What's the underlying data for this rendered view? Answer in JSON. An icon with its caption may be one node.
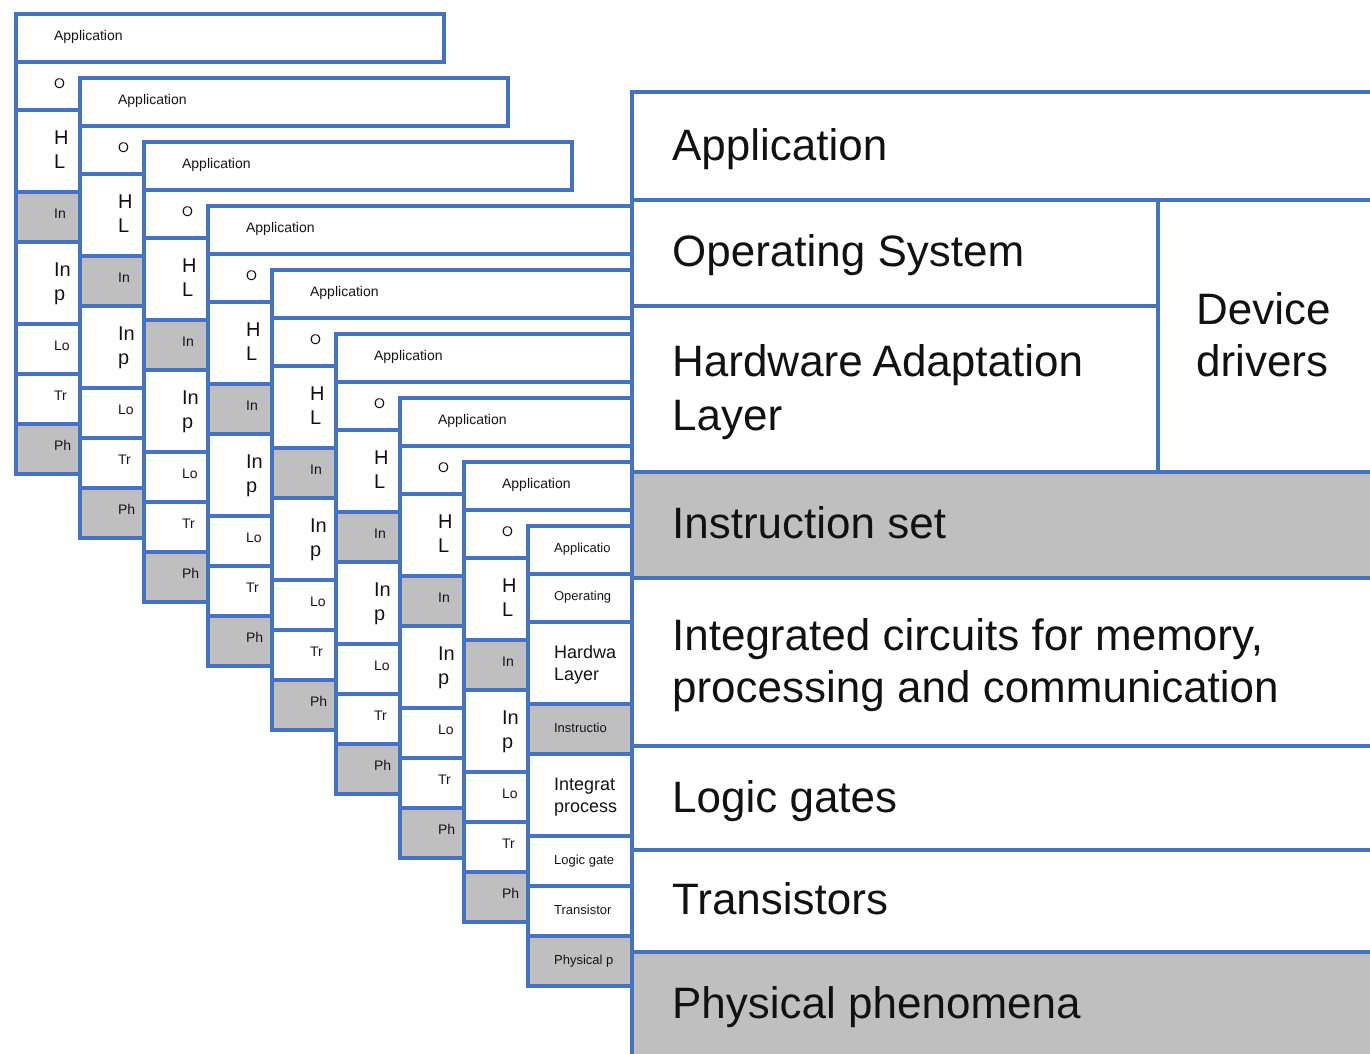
{
  "diagram": {
    "nodes": [
      {
        "text": [
          "Application"
        ]
      },
      {
        "text": [
          "O"
        ]
      },
      {
        "text": [
          "H L"
        ]
      },
      {
        "text": [
          "In"
        ]
      },
      {
        "text": [
          "In p"
        ]
      },
      {
        "text": [
          "Lo"
        ]
      },
      {
        "text": [
          "Tr"
        ]
      },
      {
        "text": [
          "Ph"
        ]
      },
      {
        "text": [
          "Application"
        ]
      },
      {
        "text": [
          "O"
        ]
      },
      {
        "text": [
          "H L"
        ]
      },
      {
        "text": [
          "In"
        ]
      },
      {
        "text": [
          "In p"
        ]
      },
      {
        "text": [
          "Lo"
        ]
      },
      {
        "text": [
          "Tr"
        ]
      },
      {
        "text": [
          "Ph"
        ]
      },
      {
        "text": [
          "Application"
        ]
      },
      {
        "text": [
          "O"
        ]
      },
      {
        "text": [
          "H L"
        ]
      },
      {
        "text": [
          "In"
        ]
      },
      {
        "text": [
          "In p"
        ]
      },
      {
        "text": [
          "Lo"
        ]
      },
      {
        "text": [
          "Tr"
        ]
      },
      {
        "text": [
          "Ph"
        ]
      },
      {
        "text": [
          "Application"
        ]
      },
      {
        "text": [
          "O"
        ]
      },
      {
        "text": [
          "H L"
        ]
      },
      {
        "text": [
          "In"
        ]
      },
      {
        "text": [
          "In p"
        ]
      },
      {
        "text": [
          "Lo"
        ]
      },
      {
        "text": [
          "Tr"
        ]
      },
      {
        "text": [
          "Ph"
        ]
      },
      {
        "text": [
          "Application"
        ]
      },
      {
        "text": [
          "O"
        ]
      },
      {
        "text": [
          "H L"
        ]
      },
      {
        "text": [
          "In"
        ]
      },
      {
        "text": [
          "In p"
        ]
      },
      {
        "text": [
          "Lo"
        ]
      },
      {
        "text": [
          "Tr"
        ]
      },
      {
        "text": [
          "Ph"
        ]
      },
      {
        "text": [
          "Application"
        ]
      },
      {
        "text": [
          "O"
        ]
      },
      {
        "text": [
          "H L"
        ]
      },
      {
        "text": [
          "In"
        ]
      },
      {
        "text": [
          "In p"
        ]
      },
      {
        "text": [
          "Lo"
        ]
      },
      {
        "text": [
          "Tr"
        ]
      },
      {
        "text": [
          "Ph"
        ]
      },
      {
        "text": [
          "Application"
        ]
      },
      {
        "text": [
          "O"
        ]
      },
      {
        "text": [
          "H L"
        ]
      },
      {
        "text": [
          "In"
        ]
      },
      {
        "text": [
          "In p"
        ]
      },
      {
        "text": [
          "Lo"
        ]
      },
      {
        "text": [
          "Tr"
        ]
      },
      {
        "text": [
          "Ph"
        ]
      },
      {
        "text": [
          "Application"
        ]
      },
      {
        "text": [
          "O"
        ]
      },
      {
        "text": [
          "H L"
        ]
      },
      {
        "text": [
          "In"
        ]
      },
      {
        "text": [
          "In p"
        ]
      },
      {
        "text": [
          "Lo"
        ]
      },
      {
        "text": [
          "Tr"
        ]
      },
      {
        "text": [
          "Ph"
        ]
      },
      {
        "text": [
          "Applicatio"
        ]
      },
      {
        "text": [
          "Operating"
        ]
      },
      {
        "text": [
          "Hardwa Layer"
        ]
      },
      {
        "text": [
          "Instructio"
        ]
      },
      {
        "text": [
          "Integrat process"
        ]
      },
      {
        "text": [
          "Logic gate"
        ]
      },
      {
        "text": [
          "Transistor"
        ]
      },
      {
        "text": [
          "Physical p"
        ]
      },
      {
        "text": [
          "Application"
        ]
      },
      {
        "text": [
          "Operating System"
        ]
      },
      {
        "text": [
          "Hardware Adaptation Layer"
        ]
      },
      {
        "text": [
          "Device drivers"
        ]
      },
      {
        "text": [
          "Instruction set"
        ]
      },
      {
        "text": [
          "Integrated circuits for memory, processing and communication"
        ]
      },
      {
        "text": [
          "Logic gates"
        ]
      },
      {
        "text": [
          "Transistors"
        ]
      },
      {
        "text": [
          "Physical phenomena"
        ]
      }
    ]
  }
}
